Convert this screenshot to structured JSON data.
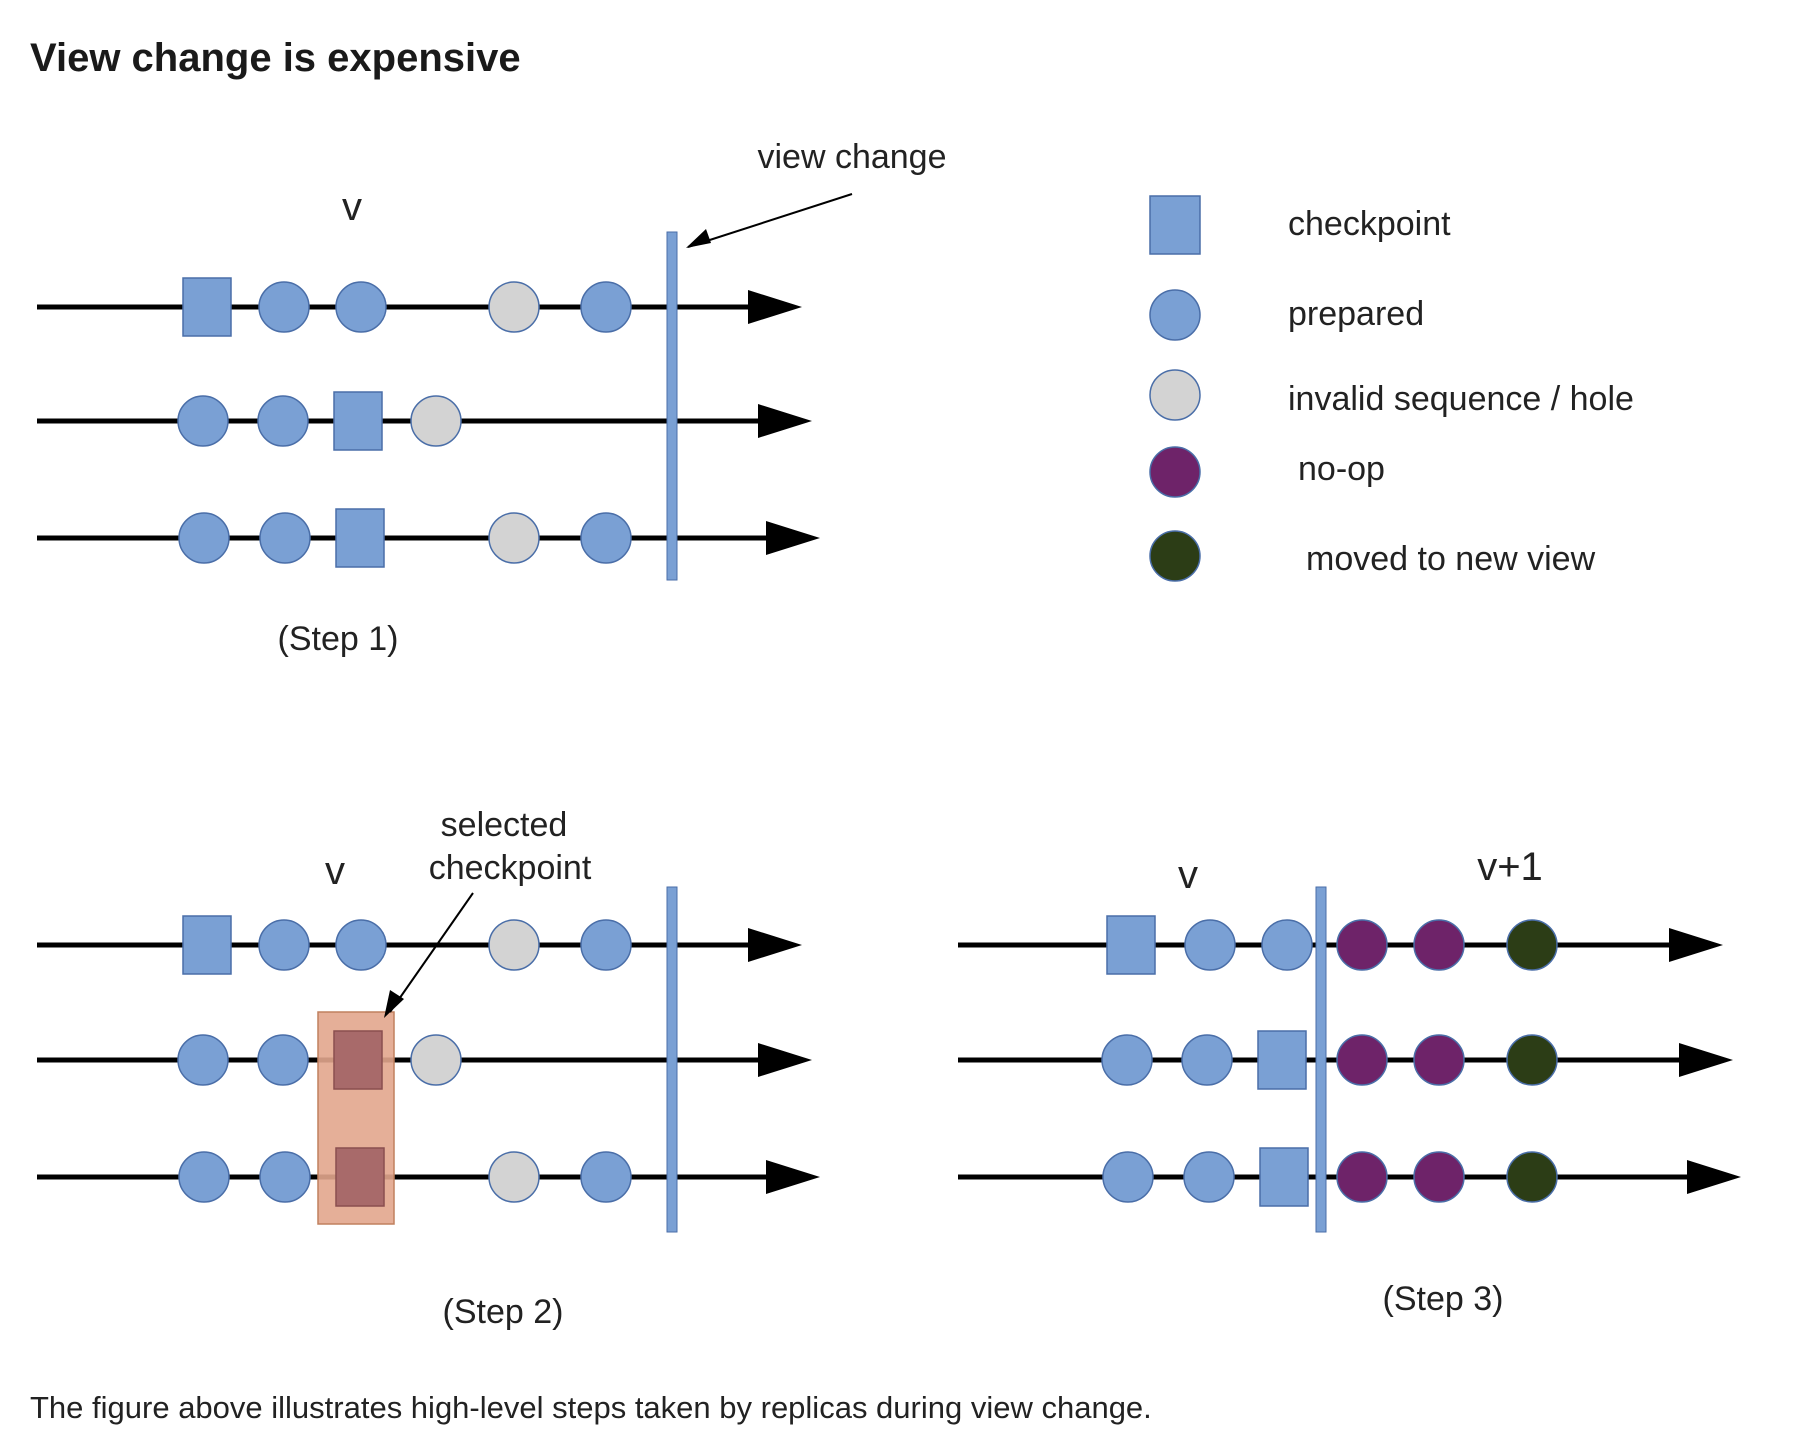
{
  "heading": "View change is expensive",
  "caption": "The figure above illustrates high-level steps taken by replicas during view change.",
  "diagram": {
    "colors": {
      "checkpoint": "#7aa0d4",
      "prepared": "#7aa0d4",
      "hole": "#d3d3d3",
      "noop": "#6e2369",
      "moved": "#2c3d16",
      "view_bar": "#7aa0d4",
      "selection": "#e2a68d",
      "selected_checkpoint": "#a86a6a",
      "line": "#000000"
    },
    "legend": [
      {
        "shape": "square",
        "kind": "checkpoint",
        "label": "checkpoint"
      },
      {
        "shape": "circle",
        "kind": "prepared",
        "label": "prepared"
      },
      {
        "shape": "circle",
        "kind": "hole",
        "label": "invalid sequence / hole"
      },
      {
        "shape": "circle",
        "kind": "noop",
        "label": "no-op"
      },
      {
        "shape": "circle",
        "kind": "moved",
        "label": "moved to new view"
      }
    ],
    "step1": {
      "view_label": "v",
      "annotation": "view change",
      "step_label": "(Step 1)",
      "rows": [
        [
          "checkpoint",
          "prepared",
          "prepared",
          "hole",
          "prepared"
        ],
        [
          "prepared",
          "prepared",
          "checkpoint",
          "hole"
        ],
        [
          "prepared",
          "prepared",
          "checkpoint",
          "hole",
          "prepared"
        ]
      ]
    },
    "step2": {
      "view_label": "v",
      "annotation_line1": "selected",
      "annotation_line2": "checkpoint",
      "step_label": "(Step 2)",
      "rows": [
        [
          "checkpoint",
          "prepared",
          "prepared",
          "hole",
          "prepared"
        ],
        [
          "prepared",
          "prepared",
          "selected_checkpoint",
          "hole"
        ],
        [
          "prepared",
          "prepared",
          "selected_checkpoint",
          "hole",
          "prepared"
        ]
      ]
    },
    "step3": {
      "view_label": "v",
      "new_view_label": "v+1",
      "step_label": "(Step 3)",
      "rows": [
        [
          "checkpoint",
          "prepared",
          "prepared",
          "noop",
          "noop",
          "moved"
        ],
        [
          "prepared",
          "prepared",
          "checkpoint",
          "noop",
          "noop",
          "moved"
        ],
        [
          "prepared",
          "prepared",
          "checkpoint",
          "noop",
          "noop",
          "moved"
        ]
      ]
    }
  }
}
